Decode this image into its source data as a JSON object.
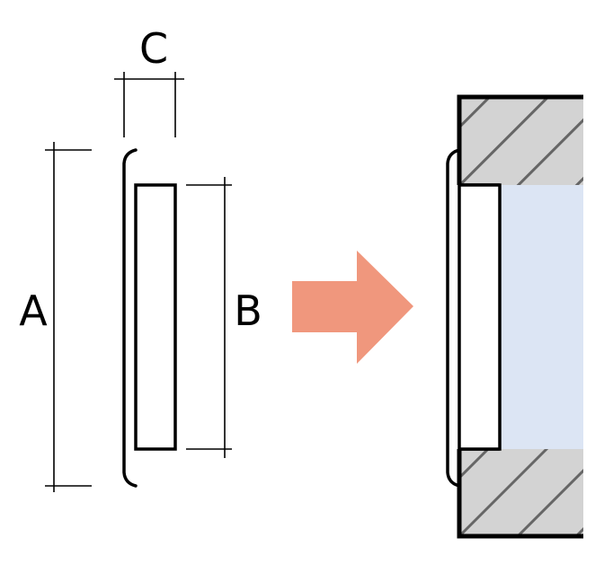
{
  "labels": {
    "a": "A",
    "b": "B",
    "c": "C"
  },
  "colors": {
    "outline": "#000000",
    "arrow": "#f0977d",
    "hatch_fill": "#d3d3d3",
    "hatch_line": "#666666",
    "cavity": "#dce5f4",
    "background": "#ffffff"
  },
  "icons": {
    "arrow": "right-arrow-icon"
  }
}
